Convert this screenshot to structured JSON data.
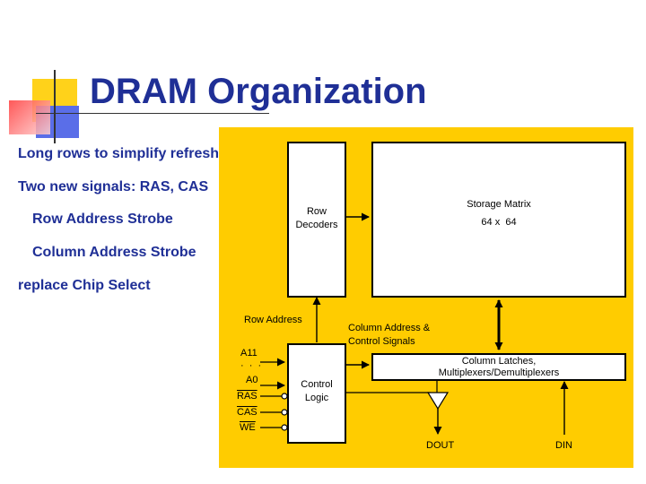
{
  "slide": {
    "title": "DRAM Organization",
    "bullets": [
      "Long rows to simplify refresh",
      "Two new signals: RAS, CAS",
      "Row Address Strobe",
      "Column Address Strobe",
      "replace Chip Select"
    ]
  },
  "diagram": {
    "background_color": "#ffcc00",
    "row_decoders_line1": "Row",
    "row_decoders_line2": "Decoders",
    "storage_matrix": "Storage Matrix",
    "matrix_size": "64 x  64",
    "row_address": "Row Address",
    "column_address_line1": "Column Address &",
    "column_address_line2": "Control Signals",
    "column_latches_line1": "Column Latches,",
    "column_latches_line2": "Multiplexers/Demultiplexers",
    "control_logic_line1": "Control",
    "control_logic_line2": "Logic",
    "signal_a11": "A11",
    "signal_dots": "·  ·  ·",
    "signal_a0": "A0",
    "signal_ras": "RAS",
    "signal_cas": "CAS",
    "signal_we": "WE",
    "dout": "DOUT",
    "din": "DIN"
  }
}
